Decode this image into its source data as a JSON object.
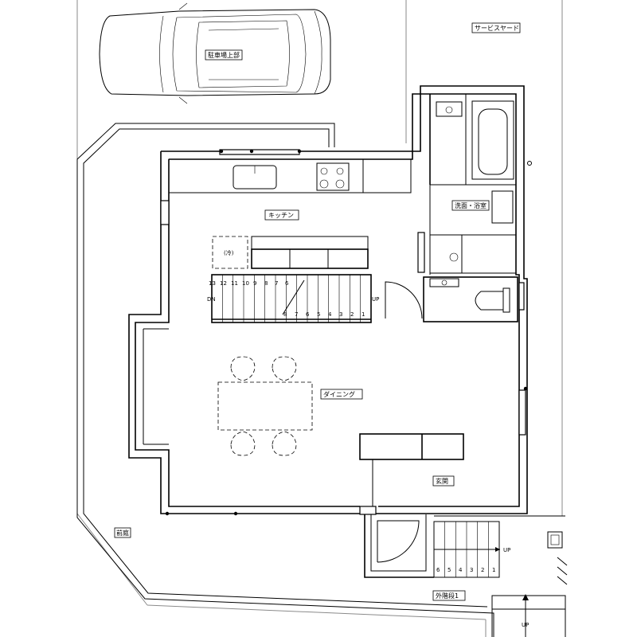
{
  "rooms": {
    "service_yard": "サービスヤード",
    "parking": "駐車場上部",
    "washroom_bath": "洗面・浴室",
    "kitchen": "キッチン",
    "dining": "ダイニング",
    "entrance": "玄関",
    "front_garden": "前庭",
    "outer_stairs": "外階段1"
  },
  "fixtures": {
    "fridge": "(冷)"
  },
  "interior_stair": {
    "top_numbers": [
      "13",
      "12",
      "11",
      "10",
      "9",
      "8",
      "7",
      "6"
    ],
    "bottom_numbers": [
      "8",
      "7",
      "6",
      "5",
      "4",
      "3",
      "2",
      "1"
    ],
    "dn_label": "DN",
    "up_label": "UP"
  },
  "outer_stair": {
    "numbers": [
      "6",
      "5",
      "4",
      "3",
      "2",
      "1"
    ],
    "up_label": "UP"
  },
  "bottom_arrow_label": "UP"
}
